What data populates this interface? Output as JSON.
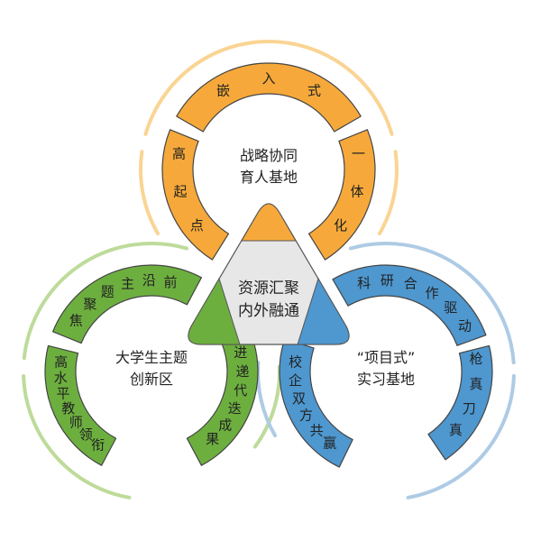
{
  "colors": {
    "orange": "#F6A93A",
    "orange_light": "#FAD493",
    "green": "#6DAF3F",
    "green_light": "#BDDB9A",
    "blue": "#4E97CF",
    "blue_light": "#AECBE5",
    "segment_stroke": "#444444",
    "core_fill": "#E7E7E7"
  },
  "core": {
    "line1": "资源汇聚",
    "line2": "内外融通"
  },
  "circles": {
    "top": {
      "center": {
        "line1": "战略协同",
        "line2": "育人基地"
      },
      "segments": [
        "嵌入式",
        "一体化",
        "高起点"
      ]
    },
    "left": {
      "center": {
        "line1": "大学生主题",
        "line2": "创新区"
      },
      "segments": [
        "前沿主题聚焦",
        "高水平教师领衔",
        "进递代迭成果"
      ]
    },
    "right": {
      "center": {
        "line1": "“项目式”",
        "line2": "实习基地"
      },
      "segments": [
        "科研合作驱动",
        "枪真刀真",
        "校企双方共赢"
      ]
    }
  }
}
